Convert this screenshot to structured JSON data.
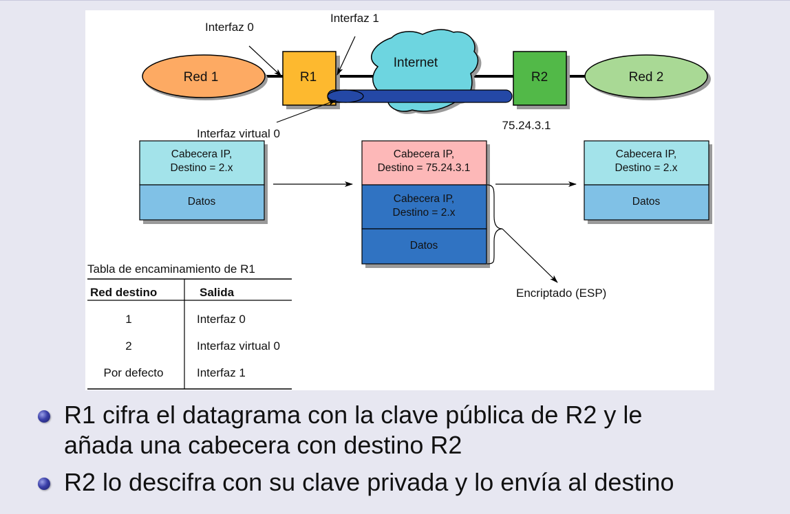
{
  "diagram": {
    "labels": {
      "interfaz0": "Interfaz 0",
      "interfaz1": "Interfaz 1",
      "interfaz_virtual0": "Interfaz virtual 0",
      "internet": "Internet",
      "r2_ip": "75.24.3.1",
      "encriptado": "Encriptado (ESP)"
    },
    "nodes": {
      "red1": "Red 1",
      "r1": "R1",
      "r2": "R2",
      "red2": "Red 2"
    },
    "packets": {
      "original": {
        "header_line1": "Cabecera IP,",
        "header_line2": "Destino = 2.x",
        "data": "Datos"
      },
      "tunneled": {
        "outer_header_line1": "Cabecera IP,",
        "outer_header_line2": "Destino = 75.24.3.1",
        "inner_header_line1": "Cabecera IP,",
        "inner_header_line2": "Destino = 2.x",
        "data": "Datos"
      },
      "delivered": {
        "header_line1": "Cabecera IP,",
        "header_line2": "Destino = 2.x",
        "data": "Datos"
      }
    },
    "colors": {
      "red1": "#fdaa63",
      "r1": "#fdb92f",
      "internet": "#6dd5e0",
      "tunnel": "#2448a6",
      "r2": "#52b948",
      "red2": "#a9d995",
      "header_light": "#a3e3ea",
      "data_light": "#80c1e6",
      "header_pink": "#fdb8b8",
      "encrypted_blue": "#3073c2"
    },
    "routing_table": {
      "title": "Tabla de encaminamiento de R1",
      "columns": [
        "Red destino",
        "Salida"
      ],
      "rows": [
        [
          "1",
          "Interfaz 0"
        ],
        [
          "2",
          "Interfaz virtual 0"
        ],
        [
          "Por defecto",
          "Interfaz 1"
        ]
      ]
    }
  },
  "bullets": [
    {
      "line1": "R1 cifra el datagrama con la clave pública de R2 y le",
      "line2": "añada una cabecera con destino R2"
    },
    {
      "line1": "R2 lo descifra con su clave privada y lo envía al destino",
      "line2": ""
    }
  ]
}
